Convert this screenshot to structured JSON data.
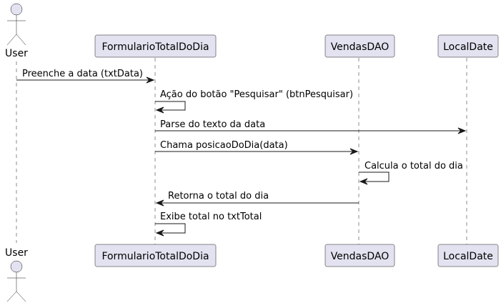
{
  "colors": {
    "participant_fill": "#E2E2F0",
    "participant_stroke": "#181818",
    "lifeline": "#181818",
    "arrow": "#181818"
  },
  "actor": {
    "label": "User",
    "icon": "stick-figure-actor-icon"
  },
  "participants": [
    {
      "id": "user",
      "label": "User",
      "kind": "actor"
    },
    {
      "id": "form",
      "label": "FormularioTotalDoDia",
      "kind": "participant"
    },
    {
      "id": "dao",
      "label": "VendasDAO",
      "kind": "participant"
    },
    {
      "id": "date",
      "label": "LocalDate",
      "kind": "participant"
    }
  ],
  "messages": [
    {
      "from": "user",
      "to": "form",
      "label": "Preenche a data (txtData)"
    },
    {
      "from": "form",
      "to": "form",
      "label": "Ação do botão \"Pesquisar\" (btnPesquisar)"
    },
    {
      "from": "form",
      "to": "date",
      "label": "Parse do texto da data"
    },
    {
      "from": "form",
      "to": "dao",
      "label": "Chama posicaoDoDia(data)"
    },
    {
      "from": "dao",
      "to": "dao",
      "label": "Calcula o total do dia"
    },
    {
      "from": "dao",
      "to": "form",
      "label": "Retorna o total do dia"
    },
    {
      "from": "form",
      "to": "form",
      "label": "Exibe total no txtTotal"
    }
  ]
}
